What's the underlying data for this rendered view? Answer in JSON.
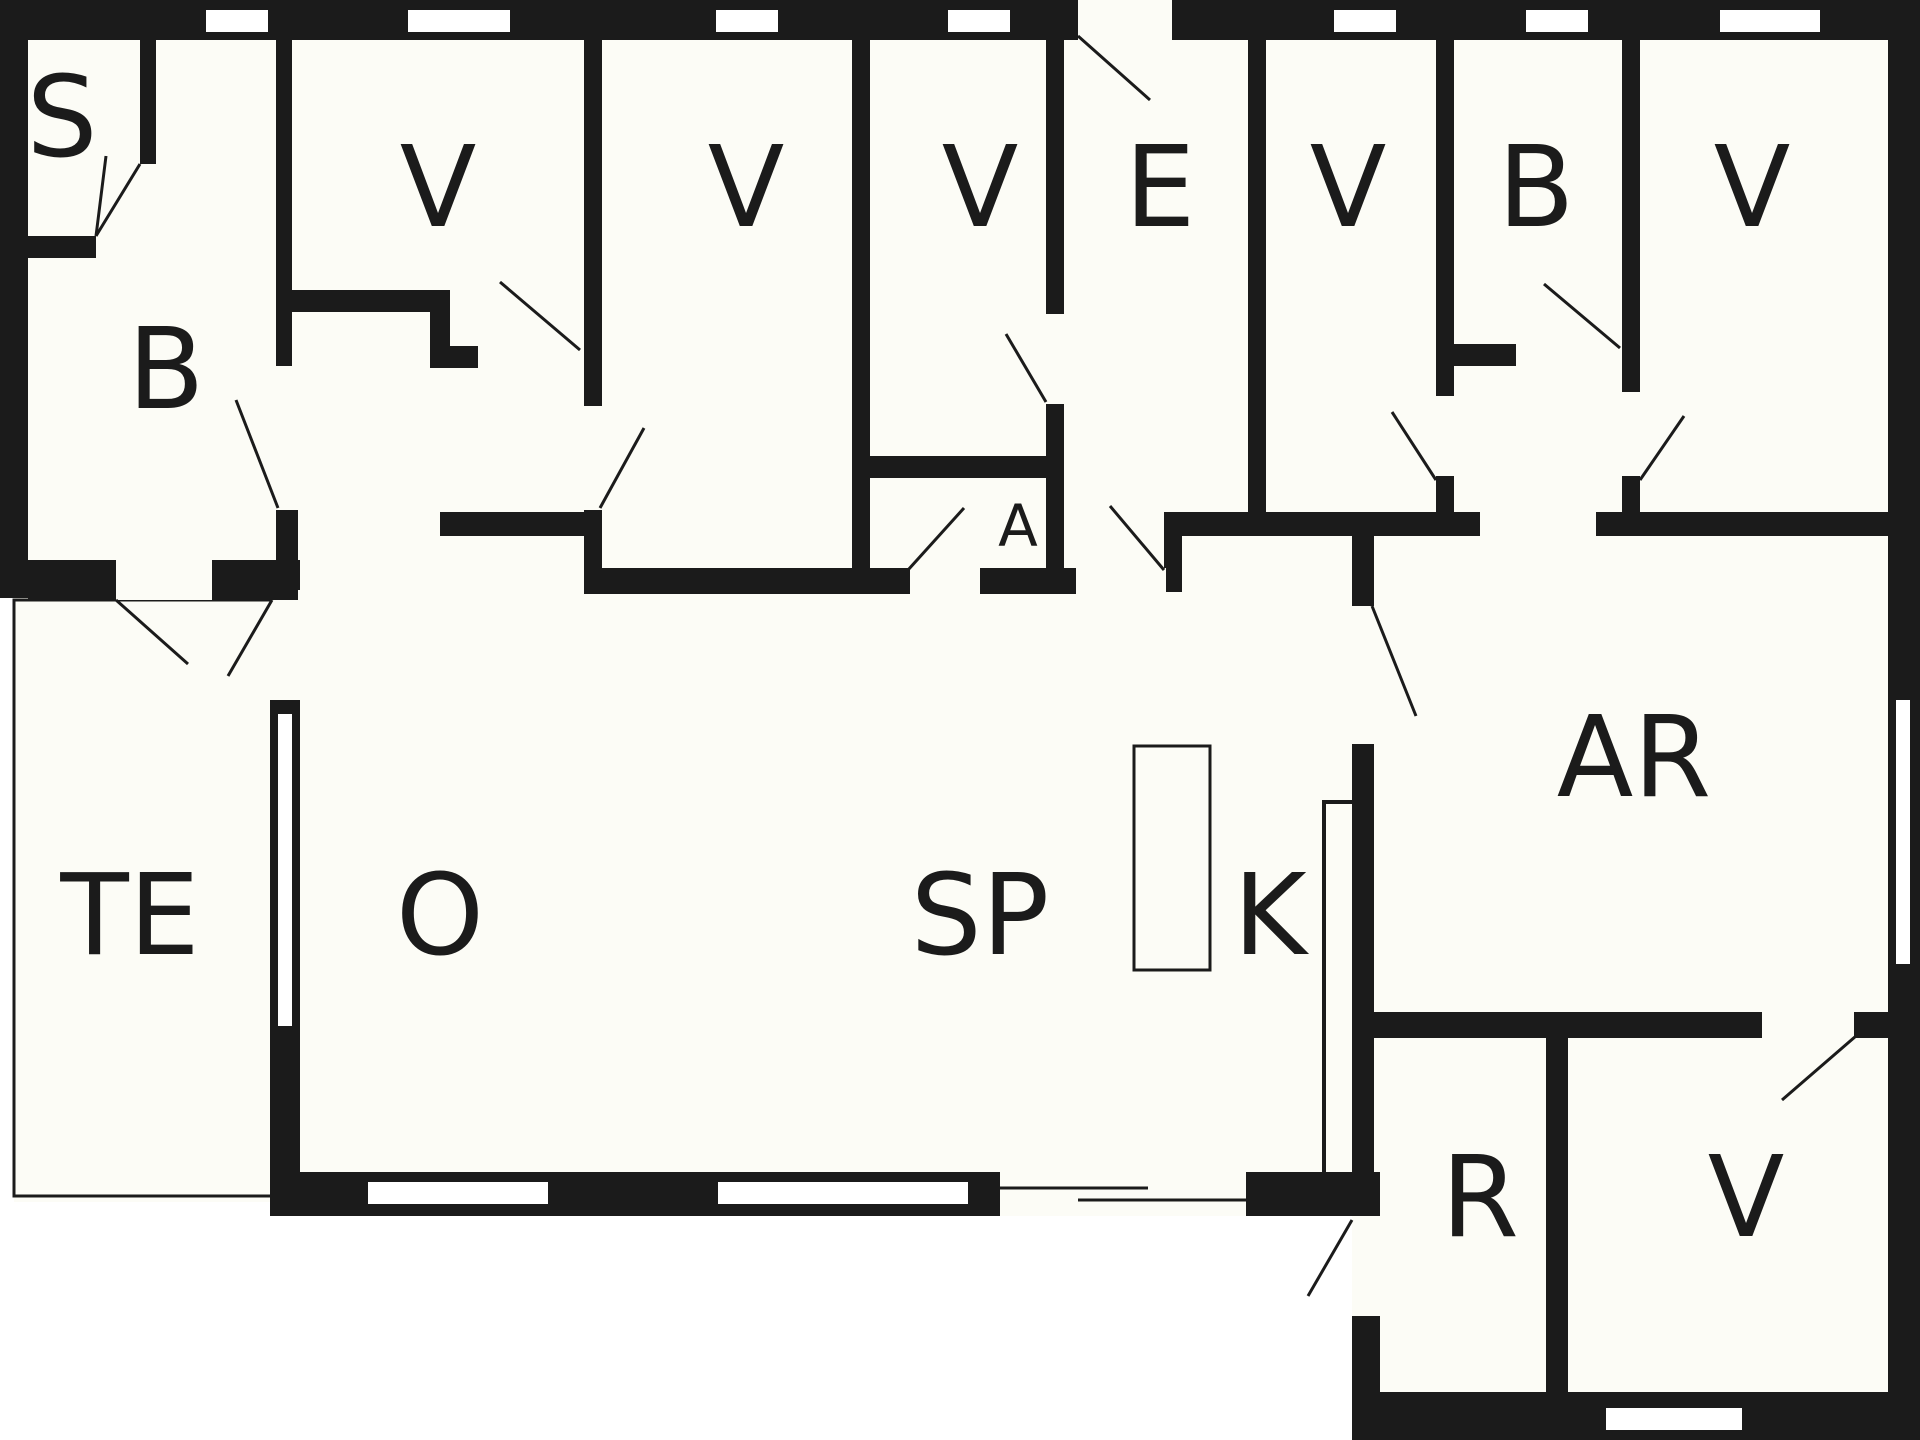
{
  "rooms": {
    "s_room": "S",
    "b_room_left": "B",
    "v_room_1": "V",
    "v_room_2": "V",
    "v_room_3": "V",
    "e_room": "E",
    "v_room_4": "V",
    "b_room_right": "B",
    "v_room_5": "V",
    "a_room": "A",
    "te_room": "TE",
    "o_room": "O",
    "sp_room": "SP",
    "k_room": "K",
    "ar_room": "AR",
    "r_room": "R",
    "v_room_6": "V"
  }
}
